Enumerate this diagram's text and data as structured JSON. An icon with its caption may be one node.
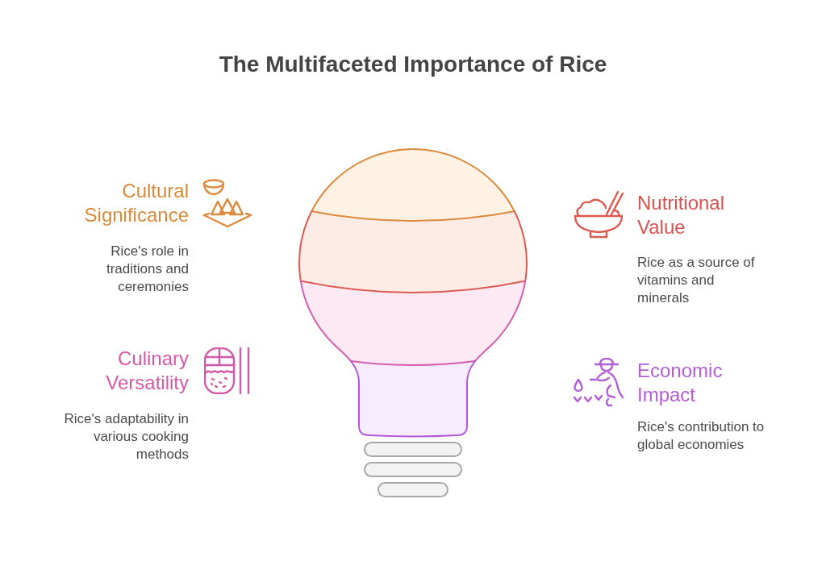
{
  "diagram": {
    "title": "The Multifaceted Importance of Rice",
    "labels": [
      "Cultural Significance",
      "Rice's role in traditions and ceremonies",
      "Nutritional Value",
      "Rice as a source of vitamins and minerals",
      "Culinary Versatility",
      "Rice's adaptability in various cooking methods",
      "Economic Impact",
      "Rice's contribution to global economies"
    ]
  }
}
